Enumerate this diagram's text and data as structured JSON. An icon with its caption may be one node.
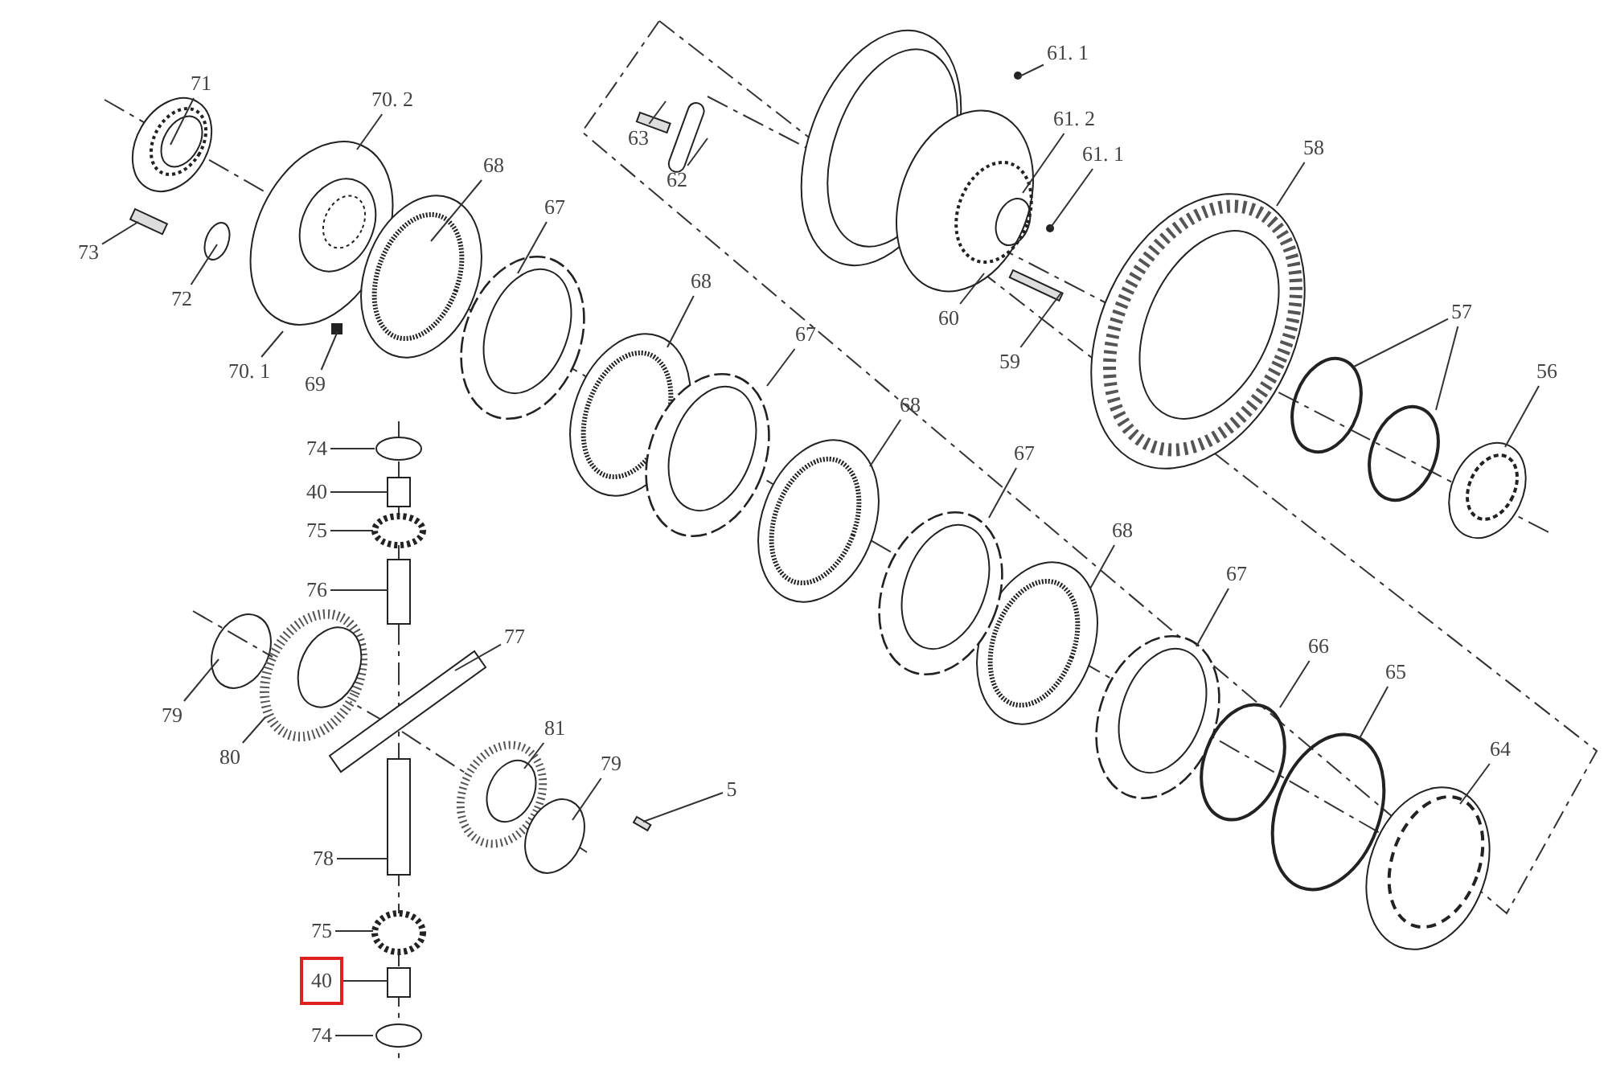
{
  "diagram": {
    "nodes": [
      {
        "text": [
          "71"
        ]
      },
      {
        "text": [
          "70. 2"
        ]
      },
      {
        "text": [
          "68"
        ]
      },
      {
        "text": [
          "67"
        ]
      },
      {
        "text": [
          "73"
        ]
      },
      {
        "text": [
          "72"
        ]
      },
      {
        "text": [
          "70. 1"
        ]
      },
      {
        "text": [
          "69"
        ]
      },
      {
        "text": [
          "63"
        ]
      },
      {
        "text": [
          "62"
        ]
      },
      {
        "text": [
          "61. 1"
        ]
      },
      {
        "text": [
          "61. 2"
        ]
      },
      {
        "text": [
          "61. 1"
        ]
      },
      {
        "text": [
          "60"
        ]
      },
      {
        "text": [
          "59"
        ]
      },
      {
        "text": [
          "58"
        ]
      },
      {
        "text": [
          "57"
        ]
      },
      {
        "text": [
          "56"
        ]
      },
      {
        "text": [
          "68"
        ]
      },
      {
        "text": [
          "67"
        ]
      },
      {
        "text": [
          "68"
        ]
      },
      {
        "text": [
          "67"
        ]
      },
      {
        "text": [
          "68"
        ]
      },
      {
        "text": [
          "67"
        ]
      },
      {
        "text": [
          "66"
        ]
      },
      {
        "text": [
          "65"
        ]
      },
      {
        "text": [
          "64"
        ]
      },
      {
        "text": [
          "74"
        ]
      },
      {
        "text": [
          "40"
        ]
      },
      {
        "text": [
          "75"
        ]
      },
      {
        "text": [
          "76"
        ]
      },
      {
        "text": [
          "77"
        ]
      },
      {
        "text": [
          "79"
        ]
      },
      {
        "text": [
          "80"
        ]
      },
      {
        "text": [
          "81"
        ]
      },
      {
        "text": [
          "79"
        ]
      },
      {
        "text": [
          "5"
        ]
      },
      {
        "text": [
          "78"
        ]
      },
      {
        "text": [
          "75"
        ]
      },
      {
        "text": [
          "40"
        ]
      },
      {
        "text": [
          "74"
        ]
      }
    ],
    "edges": [
      {
        "from": 0,
        "to": null,
        "arrow": "none"
      },
      {
        "from": 1,
        "to": null,
        "arrow": "none"
      },
      {
        "from": 2,
        "to": null,
        "arrow": "none"
      },
      {
        "from": 3,
        "to": null,
        "arrow": "none"
      },
      {
        "from": 4,
        "to": null,
        "arrow": "none"
      },
      {
        "from": 5,
        "to": null,
        "arrow": "none"
      },
      {
        "from": 6,
        "to": null,
        "arrow": "none"
      },
      {
        "from": 7,
        "to": null,
        "arrow": "none"
      },
      {
        "from": 8,
        "to": null,
        "arrow": "none"
      },
      {
        "from": 9,
        "to": null,
        "arrow": "none"
      },
      {
        "from": 10,
        "to": null,
        "arrow": "none"
      },
      {
        "from": 11,
        "to": null,
        "arrow": "none"
      },
      {
        "from": 12,
        "to": null,
        "arrow": "none"
      },
      {
        "from": 13,
        "to": null,
        "arrow": "none"
      },
      {
        "from": 14,
        "to": null,
        "arrow": "none"
      },
      {
        "from": 15,
        "to": null,
        "arrow": "none"
      },
      {
        "from": 16,
        "to": null,
        "arrow": "none"
      },
      {
        "from": 16,
        "to": null,
        "arrow": "none"
      },
      {
        "from": 17,
        "to": null,
        "arrow": "none"
      },
      {
        "from": 18,
        "to": null,
        "arrow": "none"
      },
      {
        "from": 19,
        "to": null,
        "arrow": "none"
      },
      {
        "from": 20,
        "to": null,
        "arrow": "none"
      },
      {
        "from": 21,
        "to": null,
        "arrow": "none"
      },
      {
        "from": 22,
        "to": null,
        "arrow": "none"
      },
      {
        "from": 23,
        "to": null,
        "arrow": "none"
      },
      {
        "from": 24,
        "to": null,
        "arrow": "none"
      },
      {
        "from": 25,
        "to": null,
        "arrow": "none"
      },
      {
        "from": 26,
        "to": null,
        "arrow": "none"
      },
      {
        "from": 27,
        "to": null,
        "arrow": "none"
      },
      {
        "from": 28,
        "to": null,
        "arrow": "none"
      },
      {
        "from": 29,
        "to": null,
        "arrow": "none"
      },
      {
        "from": 30,
        "to": null,
        "arrow": "none"
      },
      {
        "from": 31,
        "to": null,
        "arrow": "none"
      },
      {
        "from": 32,
        "to": null,
        "arrow": "none"
      },
      {
        "from": 33,
        "to": null,
        "arrow": "none"
      },
      {
        "from": 34,
        "to": null,
        "arrow": "none"
      },
      {
        "from": 35,
        "to": null,
        "arrow": "none"
      },
      {
        "from": 36,
        "to": null,
        "arrow": "none"
      },
      {
        "from": 37,
        "to": null,
        "arrow": "none"
      },
      {
        "from": 38,
        "to": null,
        "arrow": "none"
      },
      {
        "from": 39,
        "to": null,
        "arrow": "none"
      },
      {
        "from": 40,
        "to": null,
        "arrow": "none"
      }
    ]
  }
}
